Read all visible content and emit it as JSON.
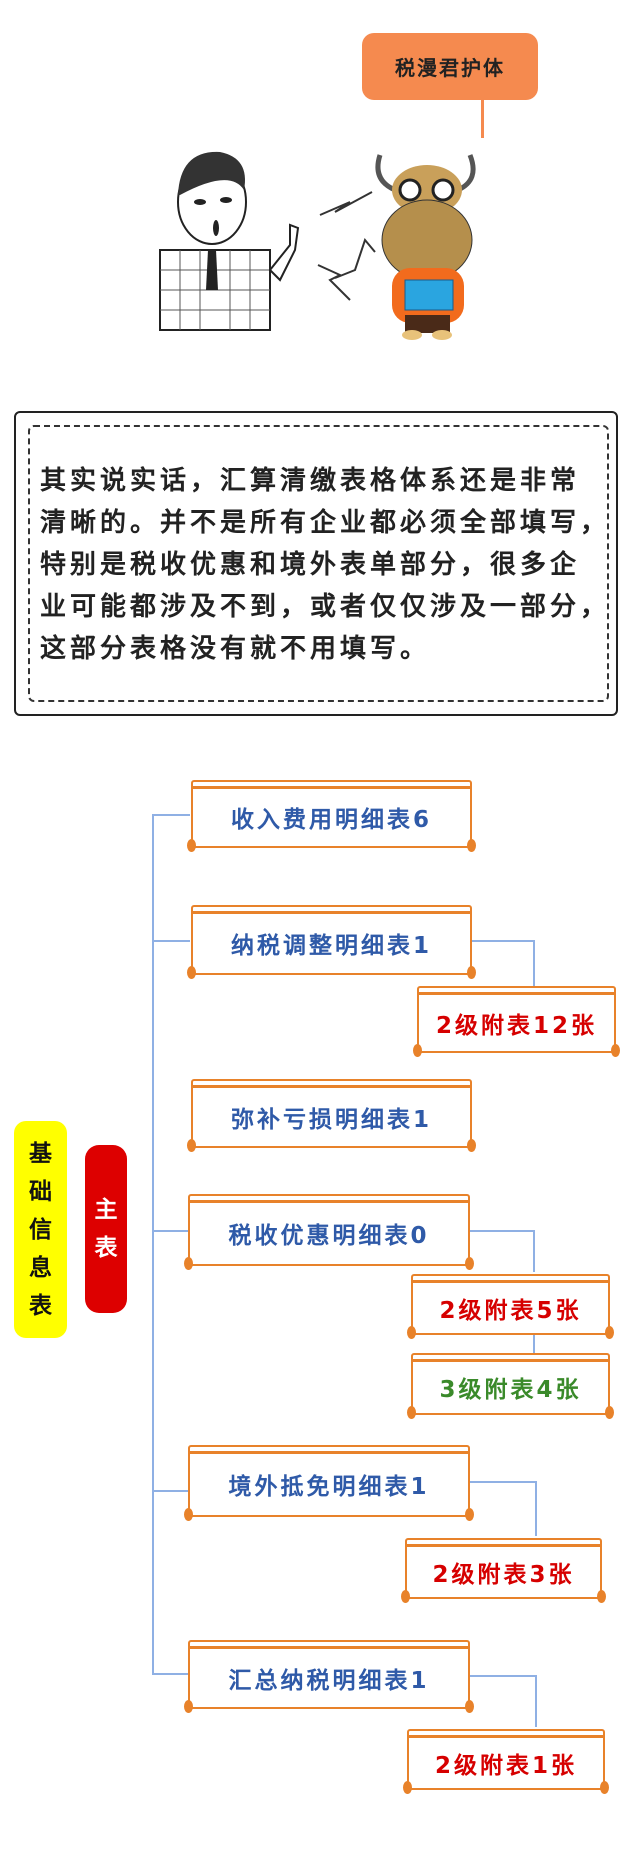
{
  "speech_bubble": "税漫君护体",
  "paragraph_lines": [
    "其实说实话，汇算清缴表格体系还是非常",
    "清晰的。并不是所有企业都必须全部填写，",
    "特别是税收优惠和境外表单部分，很多企",
    "业可能都涉及不到，或者仅仅涉及一部分，",
    "这部分表格没有就不用填写。"
  ],
  "diagram": {
    "root_label": [
      "基",
      "础",
      "信",
      "息",
      "表"
    ],
    "main_label": [
      "主",
      "表"
    ],
    "boxes": [
      {
        "label": "收入费用明细表6"
      },
      {
        "label": "纳税调整明细表1",
        "subs": [
          "2级附表12张"
        ]
      },
      {
        "label": "弥补亏损明细表1"
      },
      {
        "label": "税收优惠明细表0",
        "subs": [
          "2级附表5张",
          "3级附表4张"
        ]
      },
      {
        "label": "境外抵免明细表1",
        "subs": [
          "2级附表3张"
        ]
      },
      {
        "label": "汇总纳税明细表1",
        "subs": [
          "2级附表1张"
        ]
      }
    ]
  },
  "colors": {
    "accent_orange": "#e8822a",
    "main_text_blue": "#2f5aa8",
    "level2_red": "#d60000",
    "level3_green": "#3a8a2a",
    "root_yellow": "#ffff00",
    "main_red": "#dd0000"
  }
}
